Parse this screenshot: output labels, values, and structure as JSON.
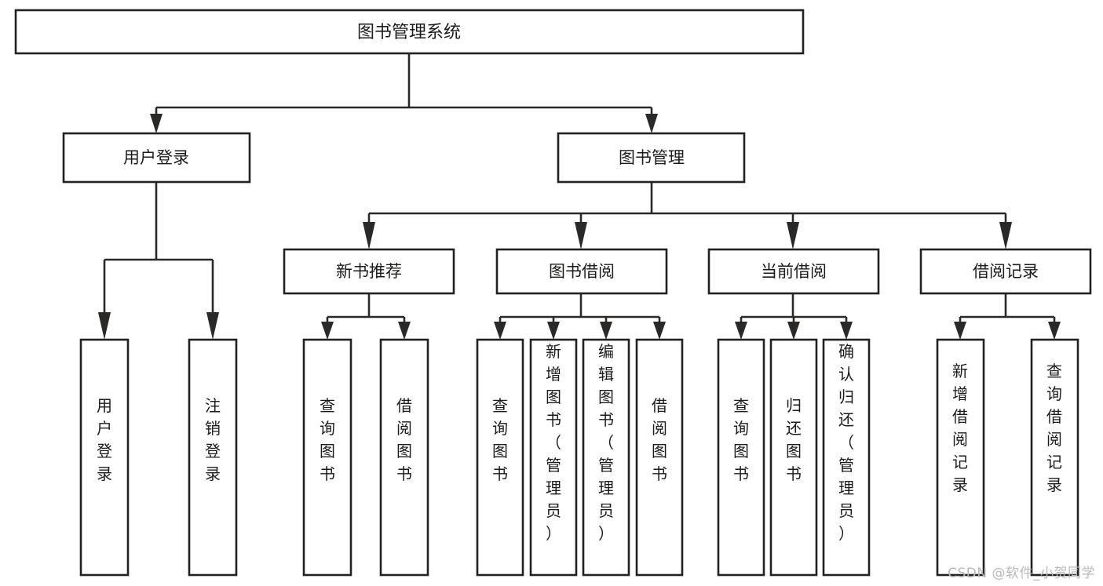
{
  "diagram": {
    "type": "tree-hierarchy-chart",
    "title": "图书管理系统",
    "root": {
      "id": "root",
      "label": "图书管理系统"
    },
    "level2": [
      {
        "id": "user-login",
        "label": "用户登录"
      },
      {
        "id": "book-management",
        "label": "图书管理"
      }
    ],
    "level3": [
      {
        "id": "new-book-recommend",
        "label": "新书推荐"
      },
      {
        "id": "book-borrow",
        "label": "图书借阅"
      },
      {
        "id": "current-borrow",
        "label": "当前借阅"
      },
      {
        "id": "borrow-record",
        "label": "借阅记录"
      }
    ],
    "leaves": {
      "user-login": [
        {
          "id": "leaf-user-login",
          "label": "用户登录"
        },
        {
          "id": "leaf-logout-login",
          "label": "注销登录"
        }
      ],
      "new-book-recommend": [
        {
          "id": "leaf-query-book-1",
          "label": "查询图书"
        },
        {
          "id": "leaf-borrow-book-1",
          "label": "借阅图书"
        }
      ],
      "book-borrow": [
        {
          "id": "leaf-query-book-2",
          "label": "查询图书"
        },
        {
          "id": "leaf-add-book",
          "label": "新增图书（管理员）"
        },
        {
          "id": "leaf-edit-book",
          "label": "编辑图书（管理员）"
        },
        {
          "id": "leaf-borrow-book-2",
          "label": "借阅图书"
        }
      ],
      "current-borrow": [
        {
          "id": "leaf-query-book-3",
          "label": "查询图书"
        },
        {
          "id": "leaf-return-book",
          "label": "归还图书"
        },
        {
          "id": "leaf-confirm-return",
          "label": "确认归还（管理员）"
        }
      ],
      "borrow-record": [
        {
          "id": "leaf-add-record",
          "label": "新增借阅记录"
        },
        {
          "id": "leaf-query-record",
          "label": "查询借阅记录"
        }
      ]
    },
    "colors": {
      "box_stroke": "#23211f",
      "box_fill": "#ffffff",
      "connector": "#2b2927",
      "text": "#1d1b19",
      "background": "#ffffff",
      "watermark": "#b9b9b9"
    }
  },
  "watermark": {
    "text": "CSDN @软件_小贺同学"
  }
}
